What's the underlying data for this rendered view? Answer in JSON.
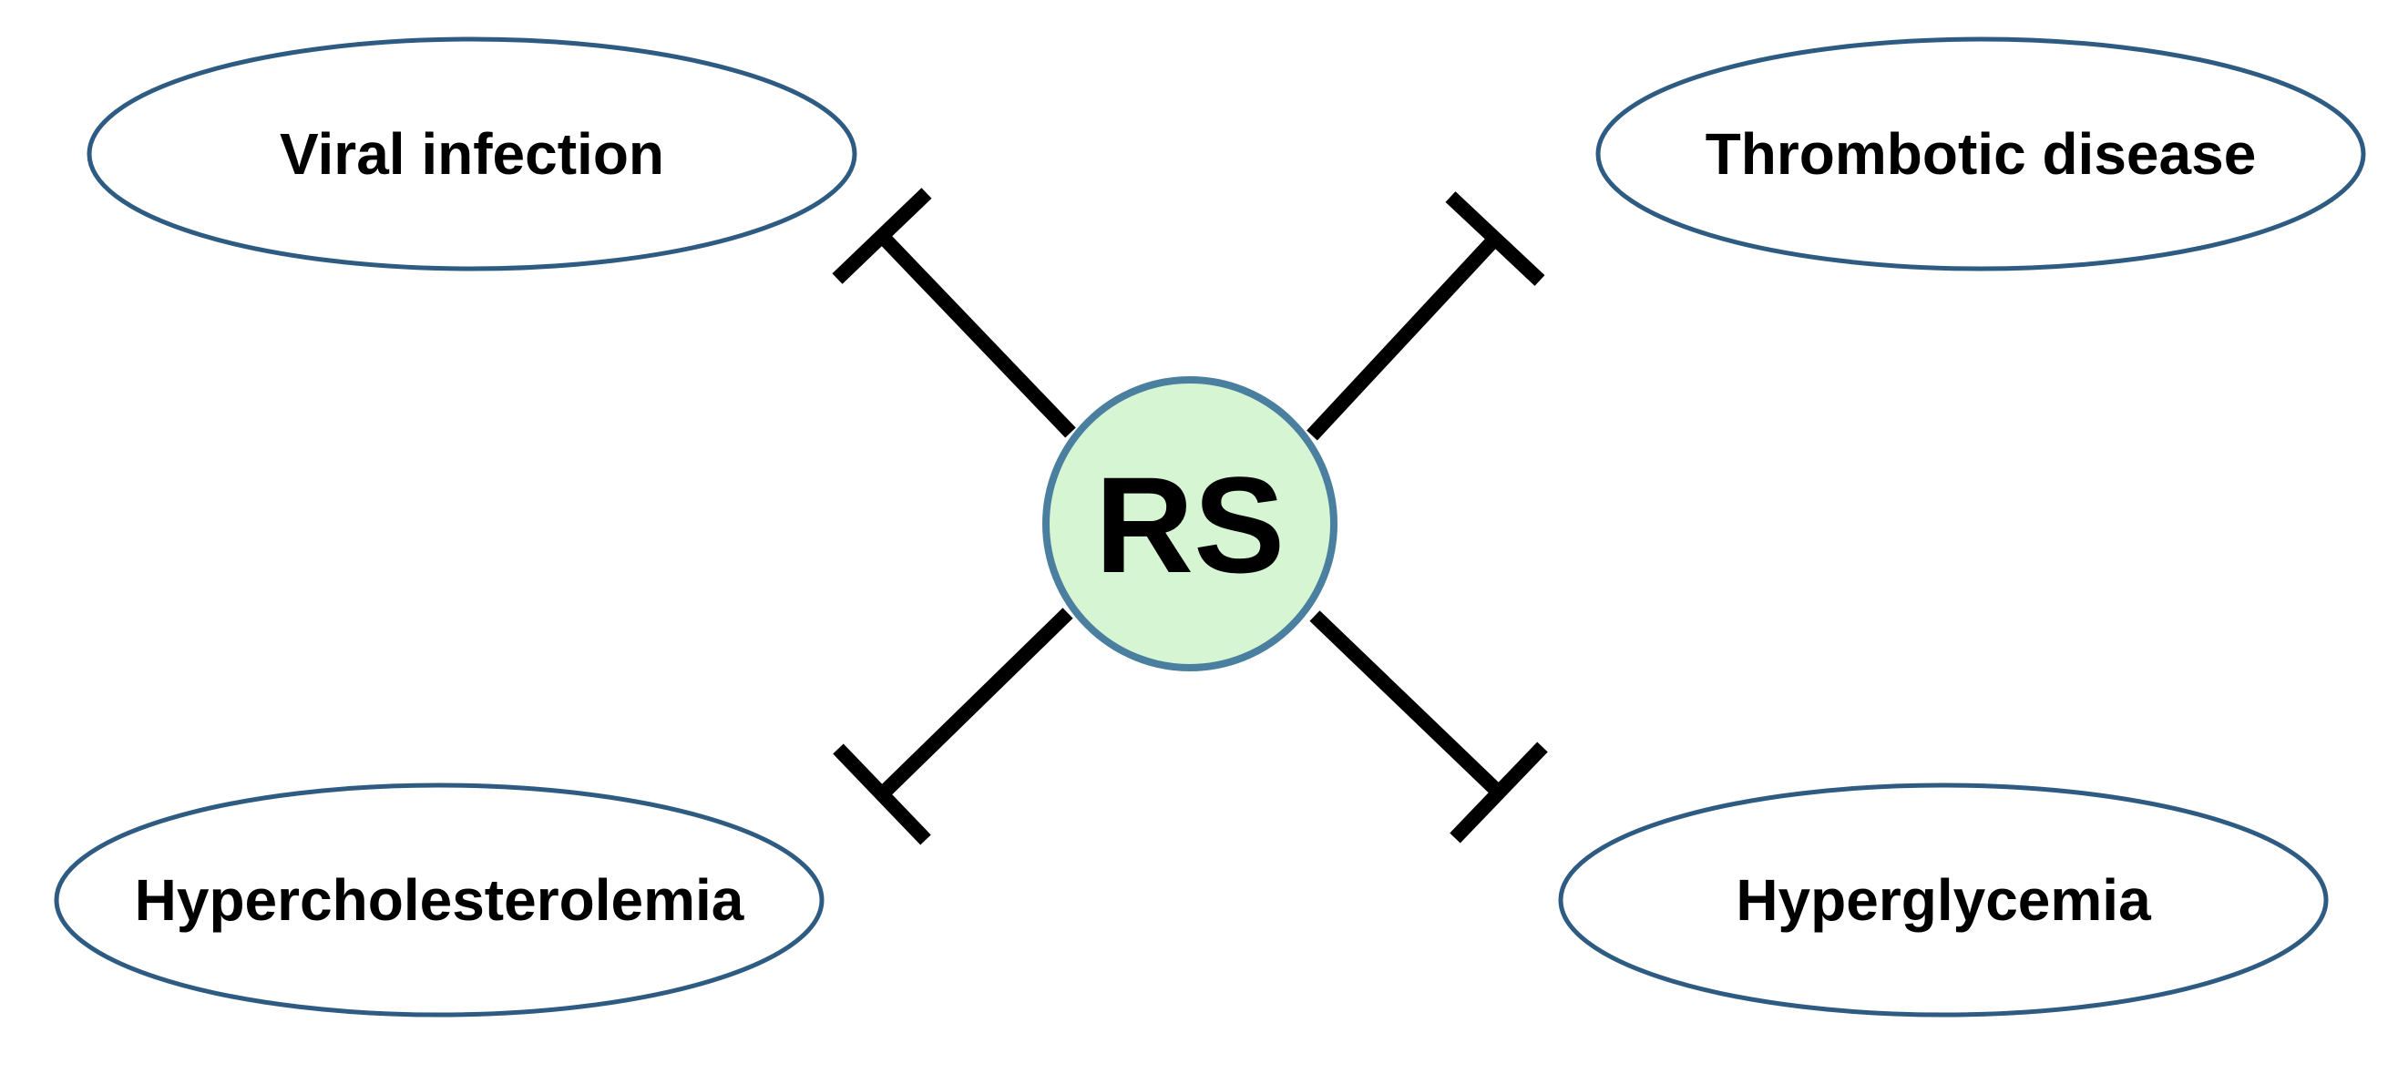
{
  "center": {
    "label": "RS",
    "fill_color": "#d5f5d3",
    "border_color": "#4a7fa0"
  },
  "nodes": {
    "top_left": {
      "label": "Viral infection"
    },
    "top_right": {
      "label": "Thrombotic disease"
    },
    "bottom_left": {
      "label": "Hypercholesterolemia"
    },
    "bottom_right": {
      "label": "Hyperglycemia"
    }
  },
  "node_style": {
    "border_color": "#2e5b82",
    "fill_color": "#ffffff"
  },
  "edges": [
    {
      "from": "center",
      "to": "top_left",
      "type": "inhibition"
    },
    {
      "from": "center",
      "to": "top_right",
      "type": "inhibition"
    },
    {
      "from": "center",
      "to": "bottom_left",
      "type": "inhibition"
    },
    {
      "from": "center",
      "to": "bottom_right",
      "type": "inhibition"
    }
  ]
}
